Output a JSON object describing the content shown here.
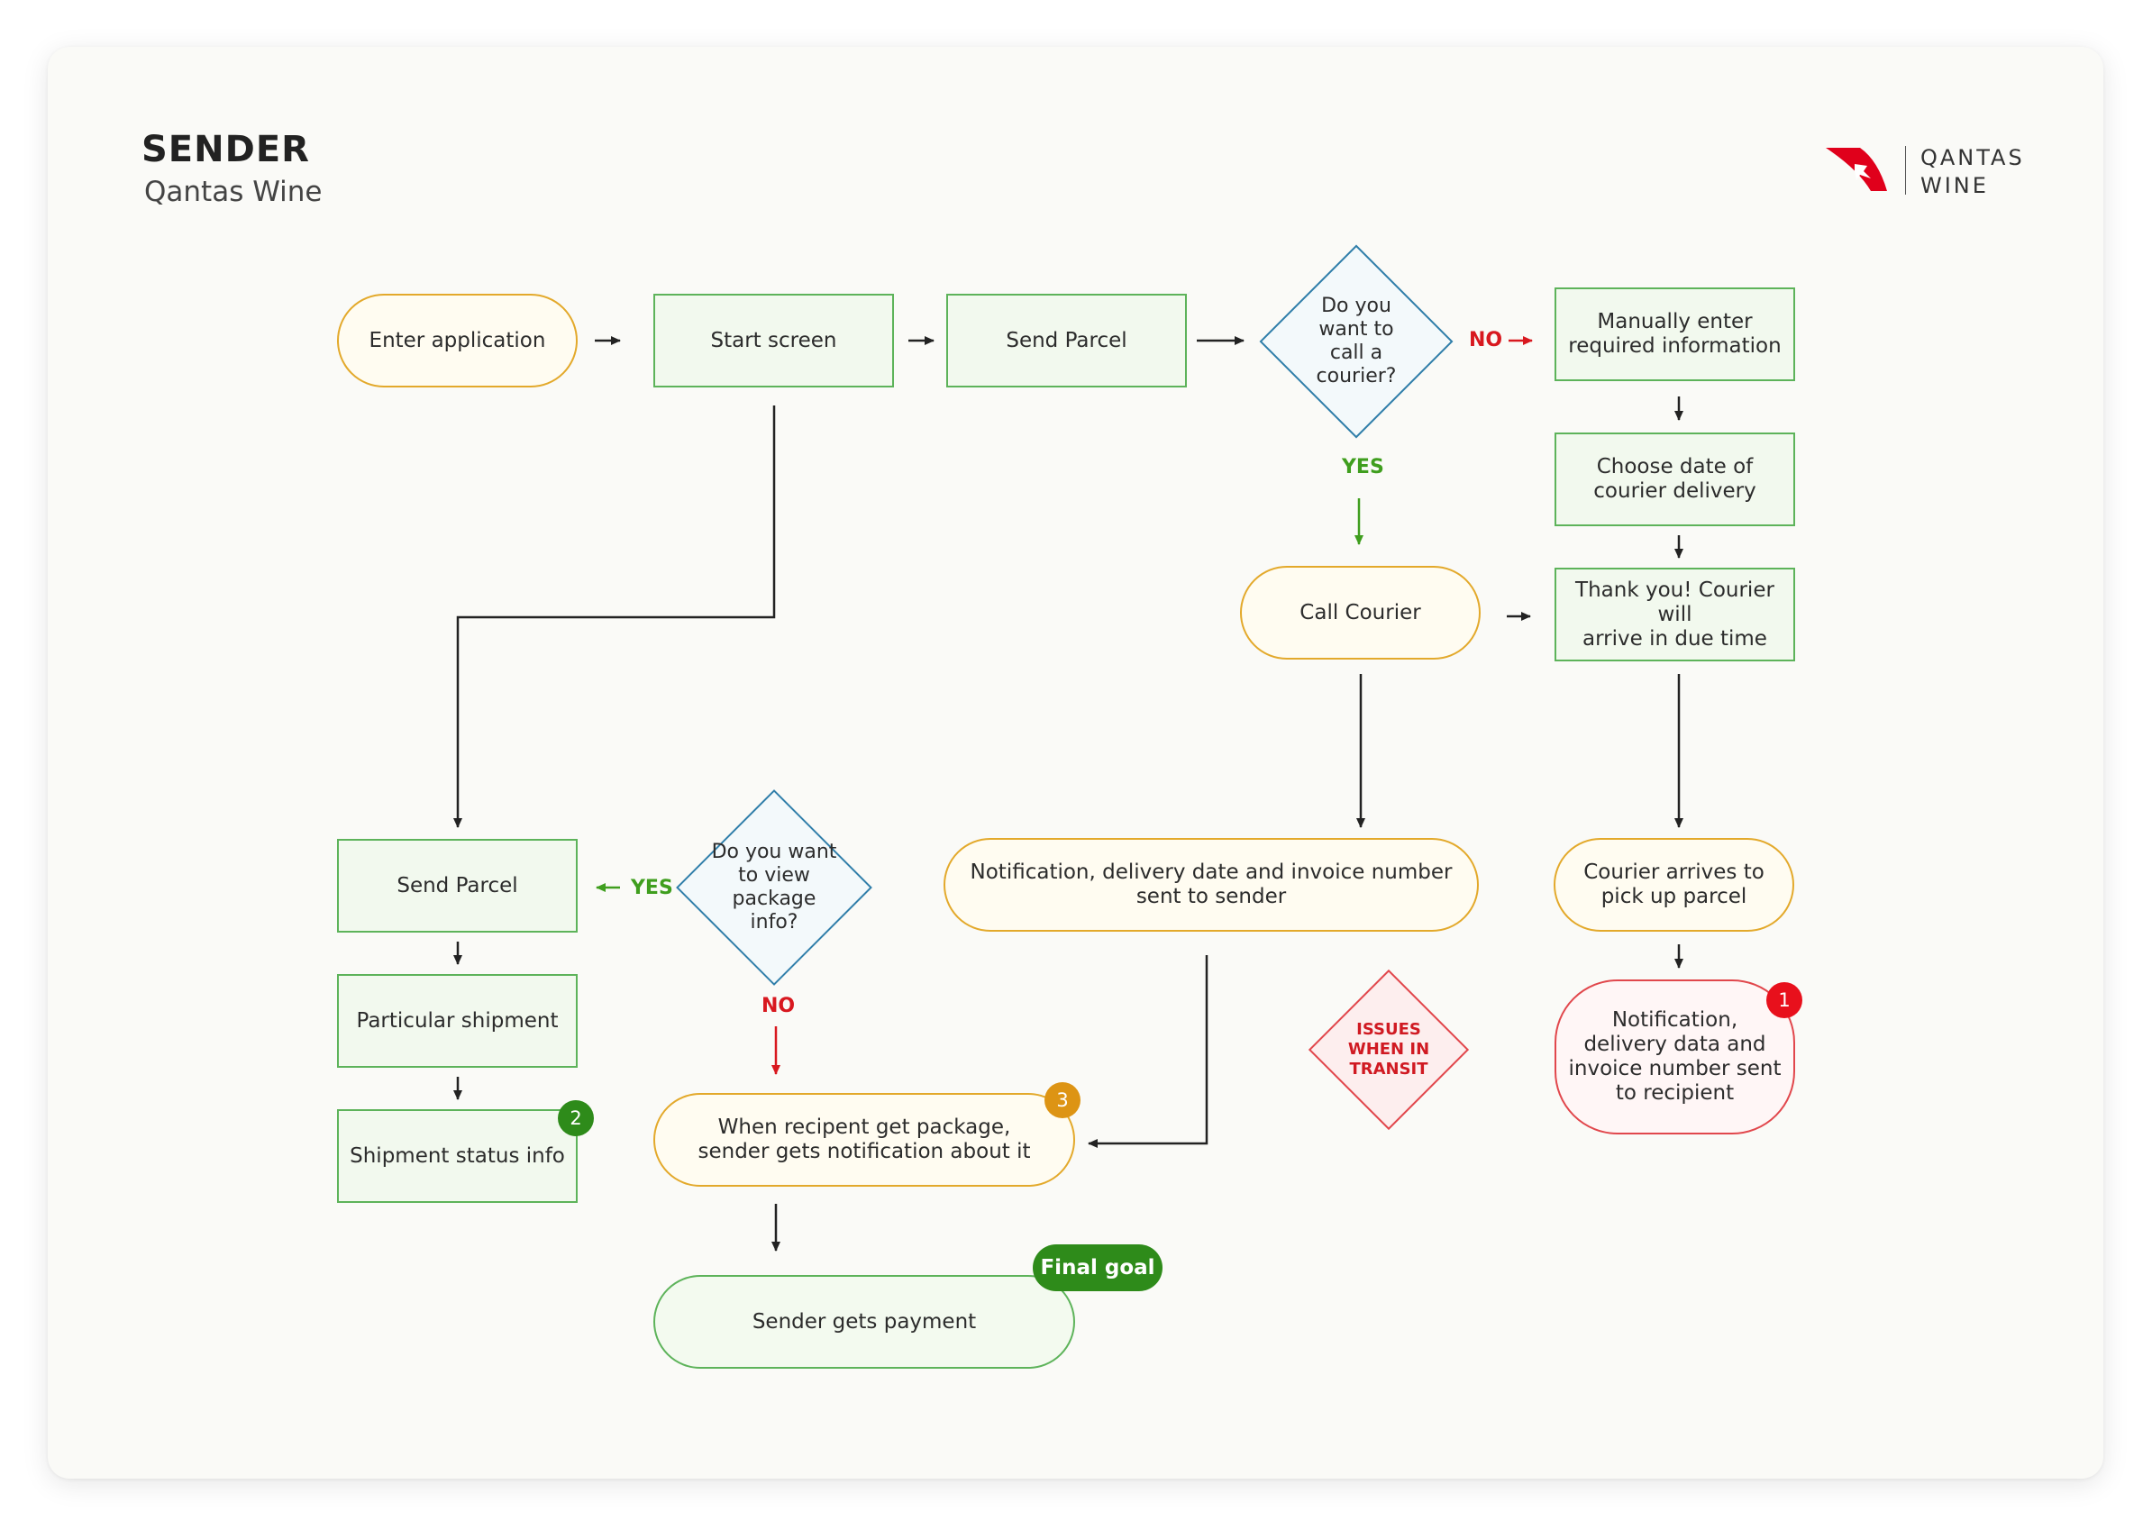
{
  "header": {
    "title": "SENDER",
    "subtitle": "Qantas Wine",
    "logo_line1": "QANTAS",
    "logo_line2": "WINE"
  },
  "nodes": {
    "enter_application": "Enter application",
    "start_screen": "Start screen",
    "send_parcel_top": "Send Parcel",
    "call_courier_question": "Do you\nwant to\ncall a\ncourier?",
    "manually_enter": "Manually enter\nrequired information",
    "choose_date": "Choose date of\ncourier delivery",
    "thank_you": "Thank you! Courier will\narrive in due time",
    "call_courier": "Call Courier",
    "notification_sender": "Notification, delivery date and invoice number\nsent to sender",
    "courier_arrives": "Courier arrives to\npick up parcel",
    "notification_recipient": "Notification,\ndelivery data and\ninvoice number sent\nto recipient",
    "send_parcel_left": "Send Parcel",
    "view_package_question": "Do you want\nto view\npackage\ninfo?",
    "particular_shipment": "Particular shipment",
    "shipment_status": "Shipment status info",
    "recipient_gets_package": "When recipent get package,\nsender gets notification about it",
    "sender_gets_payment": "Sender gets payment",
    "issues_in_transit": "ISSUES\nWHEN IN\nTRANSIT"
  },
  "labels": {
    "no_top": "NO",
    "yes_top": "YES",
    "yes_left": "YES",
    "no_left": "NO"
  },
  "badges": {
    "b1": "1",
    "b2": "2",
    "b3": "3",
    "final_goal": "Final goal"
  },
  "colors": {
    "green_border": "#5db35a",
    "yellow_border": "#e3a92b",
    "red_border": "#e1474c",
    "blue_border": "#2f7ea9",
    "brand_red": "#e0001b"
  }
}
